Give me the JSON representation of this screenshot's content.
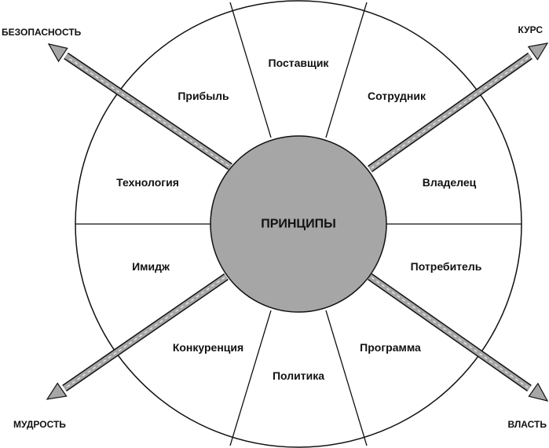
{
  "diagram": {
    "center": {
      "label": "ПРИНЦИПЫ"
    },
    "segments": [
      "Поставщик",
      "Сотрудник",
      "Владелец",
      "Потребитель",
      "Программа",
      "Политика",
      "Конкуренция",
      "Имидж",
      "Технология",
      "Прибыль"
    ],
    "corners": {
      "top_left": "БЕЗОПАСНОСТЬ",
      "top_right": "КУРС",
      "bottom_left": "МУДРОСТЬ",
      "bottom_right": "ВЛАСТЬ"
    },
    "colors": {
      "center_fill": "#a6a6a6",
      "arrow_fill": "#a6a6a6",
      "outline": "#111111",
      "background": "#ffffff"
    }
  }
}
